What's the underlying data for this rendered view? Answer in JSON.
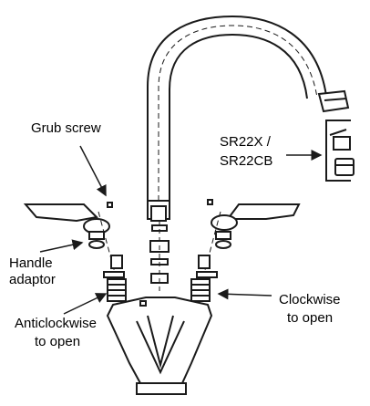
{
  "labels": {
    "grub_screw": "Grub screw",
    "sr22x": "SR22X /",
    "sr22cb": "SR22CB",
    "handle_adaptor_1": "Handle",
    "handle_adaptor_2": "adaptor",
    "clockwise_1": "Clockwise",
    "clockwise_2": "to open",
    "anticlockwise_1": "Anticlockwise",
    "anticlockwise_2": "to open"
  },
  "colors": {
    "line": "#1a1a1a",
    "background": "#ffffff"
  }
}
